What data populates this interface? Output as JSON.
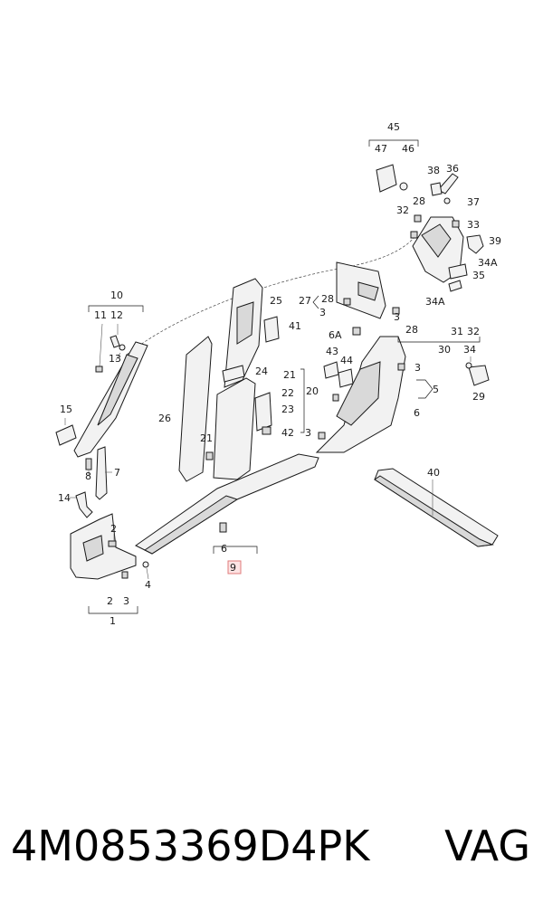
{
  "diagram": {
    "callouts": {
      "c45": "45",
      "c47": "47",
      "c46": "46",
      "c38": "38",
      "c36": "36",
      "c37": "37",
      "c32a": "32",
      "c28a": "28",
      "c33": "33",
      "c39": "39",
      "c34a_top": "34A",
      "c35": "35",
      "c34a_mid": "34A",
      "c28b": "28",
      "c31": "31",
      "c32b": "32",
      "c30": "30",
      "c34": "34",
      "c29": "29",
      "c10": "10",
      "c11": "11",
      "c12": "12",
      "c13": "13",
      "c15": "15",
      "c8": "8",
      "c7": "7",
      "c14": "14",
      "c2a": "2",
      "c4": "4",
      "c2b": "2",
      "c3a": "3",
      "c1": "1",
      "c25": "25",
      "c41": "41",
      "c27": "27",
      "c28c": "28",
      "c3b": "3",
      "c24": "24",
      "c21a": "21",
      "c22": "22",
      "c23": "23",
      "c20": "20",
      "c42": "42",
      "c26": "26",
      "c21b": "21",
      "c6a": "6",
      "c9": "9",
      "c6A": "6A",
      "c3c": "3",
      "c43": "43",
      "c44": "44",
      "c3d": "3",
      "c5": "5",
      "c6b": "6",
      "c3e": "3",
      "c40": "40"
    }
  },
  "footer": {
    "part_number": "4M0853369D4PK",
    "brand": "VAG"
  }
}
